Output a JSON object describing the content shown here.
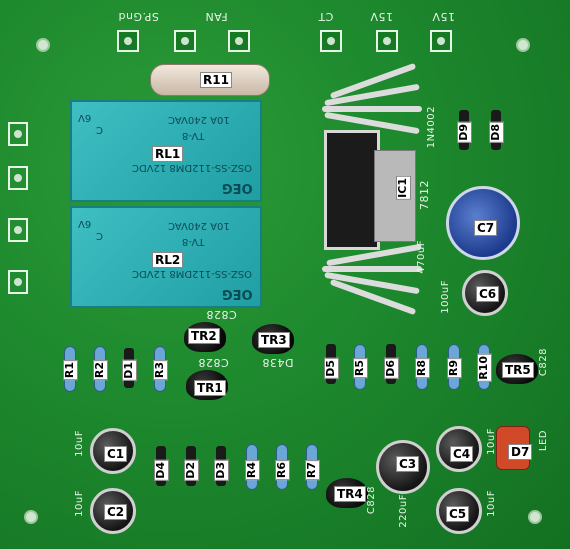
{
  "silkscreen": {
    "top_labels": [
      "SP.Gnd",
      "FAN",
      "CT",
      "15V",
      "15V"
    ],
    "ic_part": "7812",
    "diode_part": "1N4002",
    "c7_value": "470uF",
    "c6_value": "100uF",
    "c3_value": "220uF",
    "c1_value": "10uF",
    "c2_value": "10uF",
    "c4_value": "10uF",
    "c5_value": "10uF",
    "tr2_code": "C828",
    "tr1_code": "C828",
    "tr3_code": "D438",
    "tr4_code": "C828",
    "tr5_code": "C828",
    "led": "LED"
  },
  "relays": [
    {
      "id": "RL1",
      "lines": [
        "6V",
        "C",
        "10A 240VAC",
        "TV-8",
        "OSZ-SS-112DM8 12VDC",
        "OEG"
      ]
    },
    {
      "id": "RL2",
      "lines": [
        "6V",
        "C",
        "10A 240VAC",
        "TV-8",
        "OSZ-SS-112DM8 12VDC",
        "OEG"
      ]
    }
  ],
  "labels": {
    "R11": "R11",
    "RL1": "RL1",
    "RL2": "RL2",
    "IC1": "IC1",
    "D9": "D9",
    "D8": "D8",
    "C7": "C7",
    "C6": "C6",
    "TR2": "TR2",
    "TR3": "TR3",
    "TR1": "TR1",
    "R1": "R1",
    "R2": "R2",
    "D1": "D1",
    "R3": "R3",
    "D5": "D5",
    "R5": "R5",
    "D6": "D6",
    "R8": "R8",
    "R9": "R9",
    "R10": "R10",
    "TR5": "TR5",
    "C1": "C1",
    "C2": "C2",
    "D4": "D4",
    "D2": "D2",
    "D3": "D3",
    "R4": "R4",
    "R6": "R6",
    "R7": "R7",
    "TR4": "TR4",
    "C3": "C3",
    "C4": "C4",
    "C5": "C5",
    "D7": "D7"
  },
  "colors": {
    "board": "#1e8a2e",
    "relay": "#2fb2b6",
    "label_bg": "#ffffff",
    "led": "#d04a2a"
  }
}
